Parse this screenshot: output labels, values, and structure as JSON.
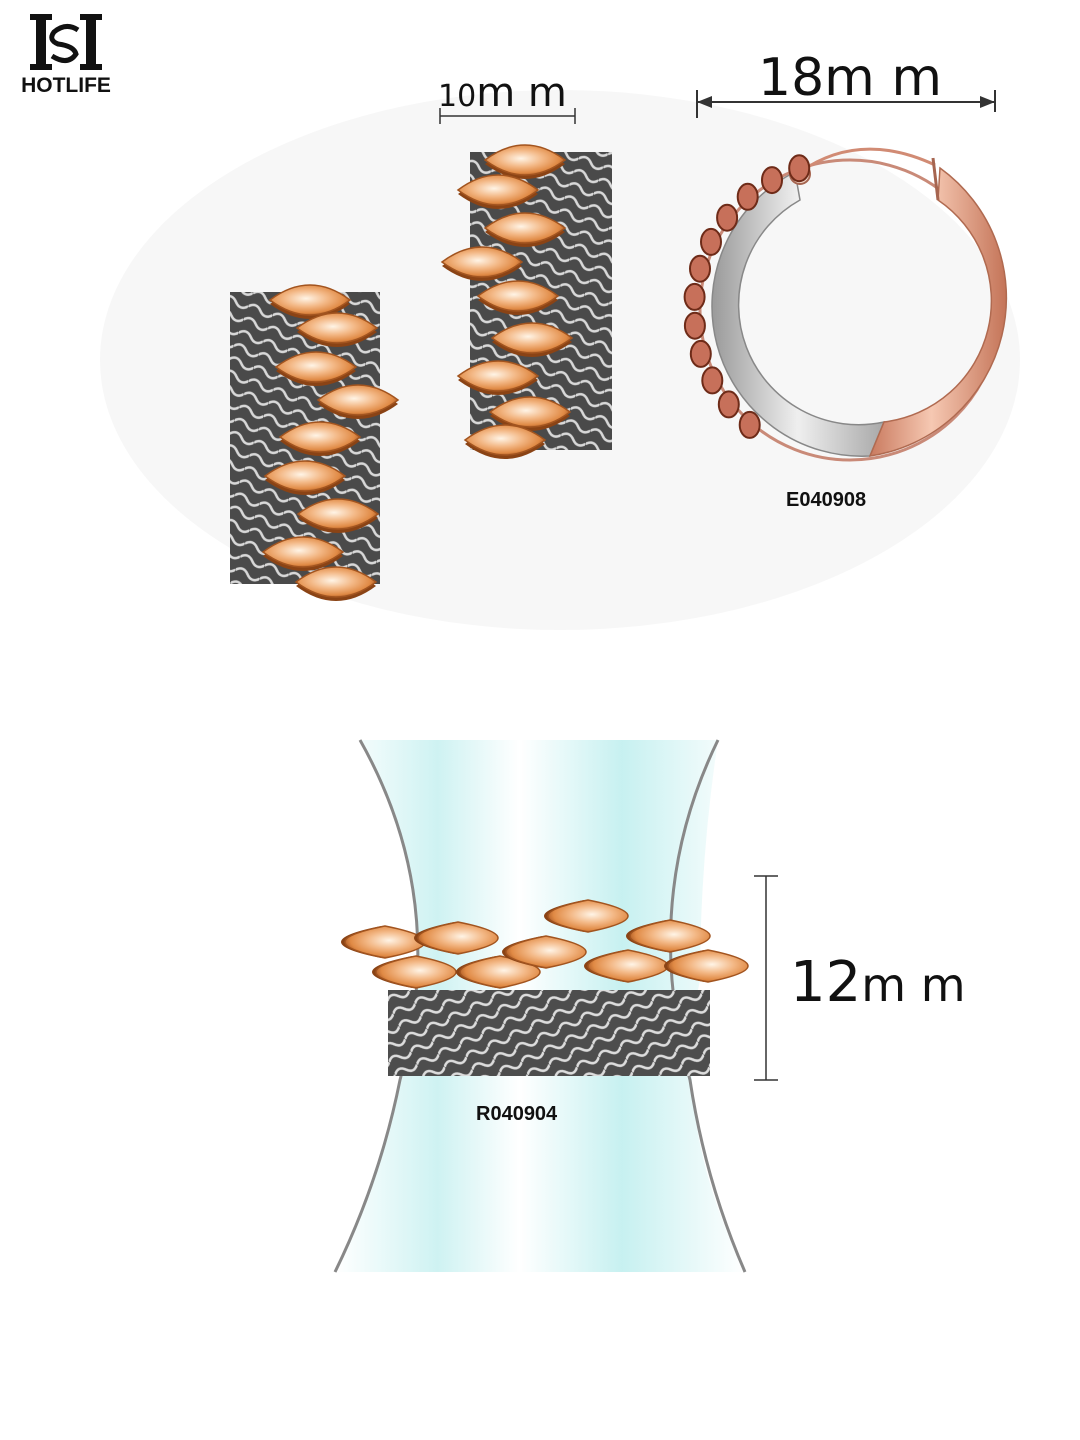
{
  "brand": {
    "name": "HOTLIFE"
  },
  "earring_stud": {
    "width_label_num": "10",
    "width_label_unit": "m m"
  },
  "earring_hoop": {
    "width_label": "18m m",
    "code": "E040908"
  },
  "ring": {
    "height_label_num": "12",
    "height_label_unit": "m m",
    "code": "R040904"
  },
  "colors": {
    "rose_gold": "#e9a06a",
    "rose_gold_dark": "#b8652f",
    "oxidized_silver": "#5e5e5e",
    "hoop_silver": "#c9c9c9",
    "hoop_rose": "#e7a488",
    "finger_tint": "#bfeeee"
  }
}
